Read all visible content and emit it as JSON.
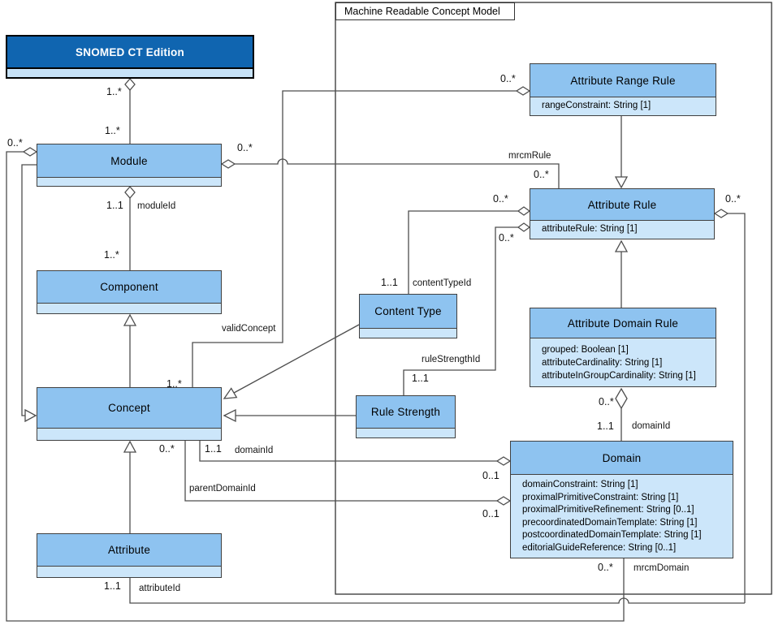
{
  "frame": {
    "title": "Machine Readable Concept Model"
  },
  "colors": {
    "class_header_fill": "#8EC3F0",
    "class_attr_fill": "#CCE6FA",
    "class_border": "#404040",
    "snomed_header_fill": "#1065B0",
    "snomed_attr_fill": "#C7E2F7",
    "snomed_title_text": "#ffffff",
    "connector_line": "#4d4d4d"
  },
  "classes": {
    "snomed": {
      "title": "SNOMED CT Edition",
      "attrs": []
    },
    "module": {
      "title": "Module",
      "attrs": []
    },
    "component": {
      "title": "Component",
      "attrs": []
    },
    "concept": {
      "title": "Concept",
      "attrs": []
    },
    "attribute": {
      "title": "Attribute",
      "attrs": []
    },
    "content_type": {
      "title": "Content Type",
      "attrs": []
    },
    "rule_strength": {
      "title": "Rule Strength",
      "attrs": []
    },
    "attribute_range_rule": {
      "title": "Attribute Range Rule",
      "attrs": [
        "rangeConstraint: String [1]"
      ]
    },
    "attribute_rule": {
      "title": "Attribute Rule",
      "attrs": [
        "attributeRule: String [1]"
      ]
    },
    "attribute_domain_rule": {
      "title": "Attribute Domain Rule",
      "attrs": [
        "grouped: Boolean [1]",
        "attributeCardinality: String [1]",
        "attributeInGroupCardinality: String [1]"
      ]
    },
    "domain": {
      "title": "Domain",
      "attrs": [
        "domainConstraint: String [1]",
        "proximalPrimitiveConstraint: String [1]",
        "proximalPrimitiveRefinement: String [0..1]",
        "precoordinatedDomainTemplate: String [1]",
        "postcoordinatedDomainTemplate: String [1]",
        "editorialGuideReference: String [0..1]"
      ]
    }
  },
  "labels": {
    "snomed_module_mult": "1..*",
    "module_top_mult": "1..*",
    "module_left_mult": "0..*",
    "module_right_mult": "0..*",
    "moduleid_mult": "1..1",
    "moduleid_role": "moduleId",
    "component_mult": "1..*",
    "arr_left_mult": "0..*",
    "mrcmrule_role": "mrcmRule",
    "mrcmrule_mult": "0..*",
    "ar_right_mult": "0..*",
    "ar_contenttype_mult": "0..*",
    "ar_rulestrength_mult": "0..*",
    "contenttypeid_mult": "1..1",
    "contenttypeid_role": "contentTypeId",
    "validconcept_role": "validConcept",
    "rulestrengthid_role": "ruleStrengthId",
    "rulestrengthid_mult": "1..1",
    "concept_validconcept_mult": "1..*",
    "adr_domain_mult": "0..*",
    "adr_domainid_mult": "1..1",
    "adr_domainid_role": "domainId",
    "concept_parentdomain_mult": "0..*",
    "concept_domainid_mult": "1..1",
    "concept_domainid_role": "domainId",
    "parentdomainid_role": "parentDomainId",
    "domain_domainid_mult": "0..1",
    "domain_parentdomainid_mult": "0..1",
    "mrcmdomain_mult": "0..*",
    "mrcmdomain_role": "mrcmDomain",
    "attributeid_mult": "1..1",
    "attributeid_role": "attributeId"
  }
}
